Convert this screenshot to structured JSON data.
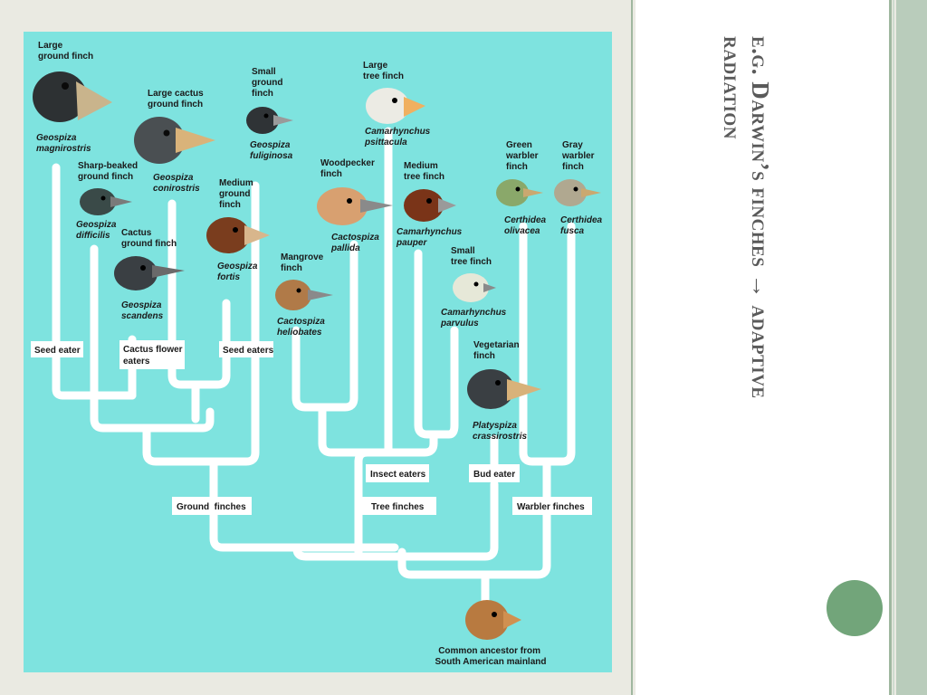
{
  "title": {
    "line1": "e.g. Darwin’s finches → adaptive",
    "line2": "radiation"
  },
  "diagram": {
    "finches": [
      {
        "common": [
          "Large",
          "ground finch"
        ],
        "scientific": [
          "Geospiza",
          "magnirostris"
        ]
      },
      {
        "common": [
          "Large cactus",
          "ground finch"
        ],
        "scientific": [
          "Geospiza",
          "conirostris"
        ]
      },
      {
        "common": [
          "Small",
          "ground",
          "finch"
        ],
        "scientific": [
          "Geospiza",
          "fuliginosa"
        ]
      },
      {
        "common": [
          "Sharp-beaked",
          "ground finch"
        ],
        "scientific": [
          "Geospiza",
          "difficilis"
        ]
      },
      {
        "common": [
          "Cactus",
          "ground finch"
        ],
        "scientific": [
          "Geospiza",
          "scandens"
        ]
      },
      {
        "common": [
          "Medium",
          "ground",
          "finch"
        ],
        "scientific": [
          "Geospiza",
          "fortis"
        ]
      },
      {
        "common": [
          "Large",
          "tree finch"
        ],
        "scientific": [
          "Camarhynchus",
          "psittacula"
        ]
      },
      {
        "common": [
          "Woodpecker",
          "finch"
        ],
        "scientific": [
          "Cactospiza",
          "pallida"
        ]
      },
      {
        "common": [
          "Medium",
          "tree finch"
        ],
        "scientific": [
          "Camarhynchus",
          "pauper"
        ]
      },
      {
        "common": [
          "Mangrove",
          "finch"
        ],
        "scientific": [
          "Cactospiza",
          "heliobates"
        ]
      },
      {
        "common": [
          "Small",
          "tree finch"
        ],
        "scientific": [
          "Camarhynchus",
          "parvulus"
        ]
      },
      {
        "common": [
          "Vegetarian",
          "finch"
        ],
        "scientific": [
          "Platyspiza",
          "crassirostris"
        ]
      },
      {
        "common": [
          "Green",
          "warbler",
          "finch"
        ],
        "scientific": [
          "Certhidea",
          "olivacea"
        ]
      },
      {
        "common": [
          "Gray",
          "warbler",
          "finch"
        ],
        "scientific": [
          "Certhidea",
          "fusca"
        ]
      }
    ],
    "diet_labels": {
      "seed_eater": "Seed eater",
      "cactus_flower_eaters": [
        "Cactus flower",
        "eaters"
      ],
      "seed_eaters": "Seed eaters",
      "insect_eaters": "Insect eaters",
      "bud_eater": "Bud eater"
    },
    "group_labels": {
      "ground": "Ground  finches",
      "tree": "Tree finches",
      "warbler": "Warbler finches"
    },
    "ancestor": [
      "Common ancestor from",
      "South American mainland"
    ],
    "colors": {
      "background": "#7ee3df",
      "branches": "#ffffff",
      "label_box": "#ffffff"
    }
  }
}
